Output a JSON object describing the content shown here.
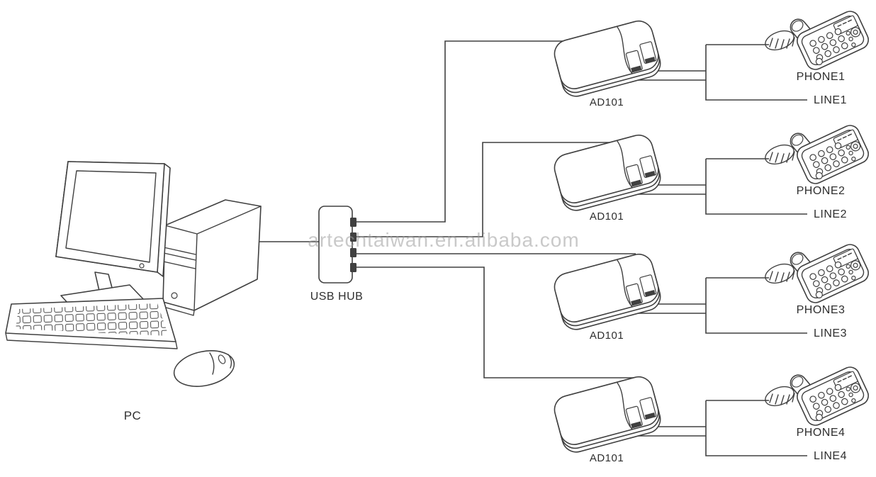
{
  "diagram": {
    "watermark": "artechtaiwan.en.alibaba.com",
    "pc": {
      "label": "PC"
    },
    "hub": {
      "label": "USB HUB"
    },
    "units": [
      {
        "adapter": "AD101",
        "phone": "PHONE1",
        "line": "LINE1"
      },
      {
        "adapter": "AD101",
        "phone": "PHONE2",
        "line": "LINE2"
      },
      {
        "adapter": "AD101",
        "phone": "PHONE3",
        "line": "LINE3"
      },
      {
        "adapter": "AD101",
        "phone": "PHONE4",
        "line": "LINE4"
      }
    ],
    "colors": {
      "stroke": "#404040",
      "label": "#2f2f2f",
      "watermark": "#9e9e9e"
    }
  }
}
